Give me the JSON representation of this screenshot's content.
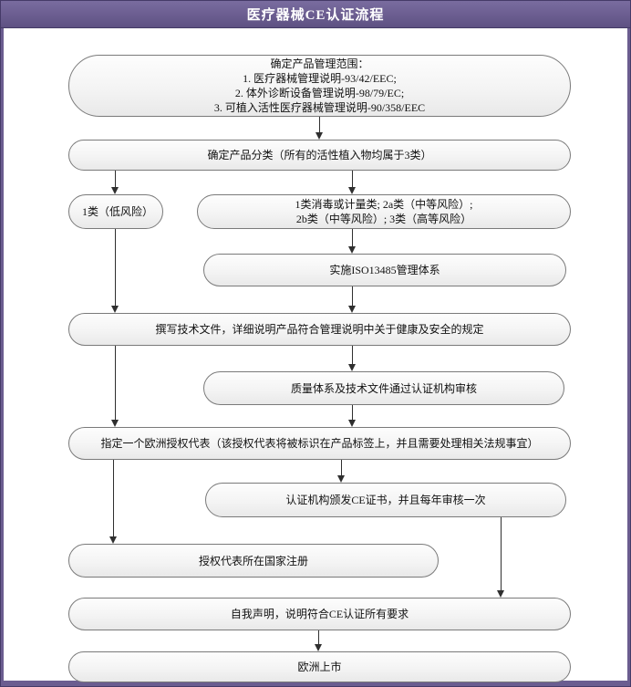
{
  "header": {
    "title": "医疗器械CE认证流程"
  },
  "colors": {
    "header_bg": "#6b5d90",
    "header_border": "#443a66",
    "frame": "#6b5d90",
    "node_border": "#7a7a7a",
    "node_fill_top": "#fdfdfd",
    "node_fill_bottom": "#e9e9e9",
    "connector": "#2f2f2f",
    "text": "#111111"
  },
  "flowchart": {
    "nodes": [
      {
        "id": "scope",
        "text": "确定产品管理范围：\n1. 医疗器械管理说明-93/42/EEC;\n2. 体外诊断设备管理说明-98/79/EC;\n3. 可植入活性医疗器械管理说明-90/358/EEC"
      },
      {
        "id": "classify",
        "text": "确定产品分类（所有的活性植入物均属于3类）"
      },
      {
        "id": "class1",
        "text": "1类（低风险）"
      },
      {
        "id": "class_other",
        "text": "1类消毒或计量类; 2a类（中等风险）;\n2b类（中等风险）; 3类（高等风险）"
      },
      {
        "id": "iso",
        "text": "实施ISO13485管理体系"
      },
      {
        "id": "techfile",
        "text": "撰写技术文件，详细说明产品符合管理说明中关于健康及安全的规定"
      },
      {
        "id": "audit",
        "text": "质量体系及技术文件通过认证机构审核"
      },
      {
        "id": "rep",
        "text": "指定一个欧洲授权代表（该授权代表将被标识在产品标签上，并且需要处理相关法规事宜）"
      },
      {
        "id": "cert",
        "text": "认证机构颁发CE证书，并且每年审核一次"
      },
      {
        "id": "register",
        "text": "授权代表所在国家注册"
      },
      {
        "id": "declare",
        "text": "自我声明，说明符合CE认证所有要求"
      },
      {
        "id": "market",
        "text": "欧洲上市"
      }
    ]
  }
}
